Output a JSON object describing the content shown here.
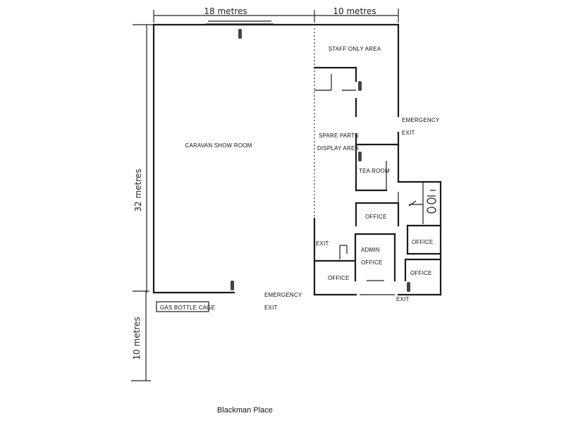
{
  "dimensions": {
    "top_left": "18 metres",
    "top_right": "10 metres",
    "left_main": "32 metres",
    "left_lower": "10 metres"
  },
  "rooms": {
    "staff_only": "STAFF ONLY AREA",
    "caravan_show_room": "CARAVAN SHOW ROOM",
    "spare_parts_line1": "SPARE PARTS",
    "spare_parts_line2": "DISPLAY AREA",
    "tea_room": "TEA ROOM",
    "office_a": "OFFICE",
    "office_b": "OFFICE",
    "office_c": "OFFICE",
    "office_d": "OFFICE",
    "admin_line1": "ADMIN",
    "admin_line2": "OFFICE",
    "gas_bottle_cage": "GAS BOTTLE CAGE"
  },
  "exits": {
    "emergency_right_line1": "EMERGENCY",
    "emergency_right_line2": "EXIT",
    "exit_left": "EXIT",
    "emergency_bottom_line1": "EMERGENCY",
    "emergency_bottom_line2": "EXIT",
    "exit_bottom": "EXIT"
  },
  "footer": {
    "street": "Blackman Place"
  }
}
